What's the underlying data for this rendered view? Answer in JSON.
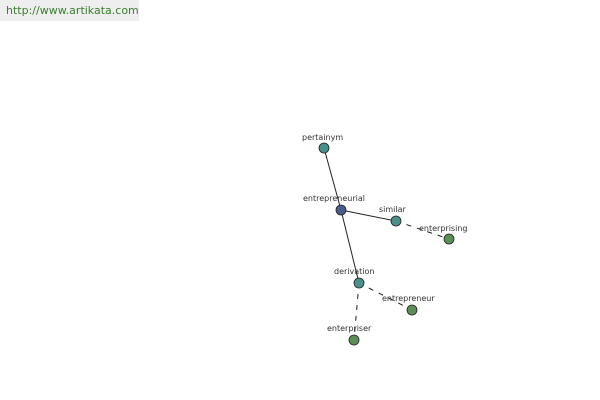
{
  "header": {
    "site_url": "http://www.artikata.com"
  },
  "graph": {
    "nodes": [
      {
        "id": "pertainym",
        "label": "pertainym",
        "color": "#4a8f8a"
      },
      {
        "id": "entrepreneurial",
        "label": "entrepreneurial",
        "color": "#4a5a8a"
      },
      {
        "id": "similar",
        "label": "similar",
        "color": "#4a8f8a"
      },
      {
        "id": "enterprising",
        "label": "enterprising",
        "color": "#5a8f55"
      },
      {
        "id": "derivation",
        "label": "derivation",
        "color": "#4a8f8a"
      },
      {
        "id": "entrepreneur",
        "label": "entrepreneur",
        "color": "#5a8f55"
      },
      {
        "id": "enterpriser",
        "label": "enterpriser",
        "color": "#5a8f55"
      }
    ],
    "edges": [
      {
        "from": "pertainym",
        "to": "entrepreneurial",
        "style": "solid"
      },
      {
        "from": "entrepreneurial",
        "to": "similar",
        "style": "solid"
      },
      {
        "from": "entrepreneurial",
        "to": "derivation",
        "style": "solid"
      },
      {
        "from": "similar",
        "to": "enterprising",
        "style": "dashed"
      },
      {
        "from": "derivation",
        "to": "entrepreneur",
        "style": "dashed"
      },
      {
        "from": "derivation",
        "to": "enterpriser",
        "style": "dashed"
      }
    ]
  }
}
